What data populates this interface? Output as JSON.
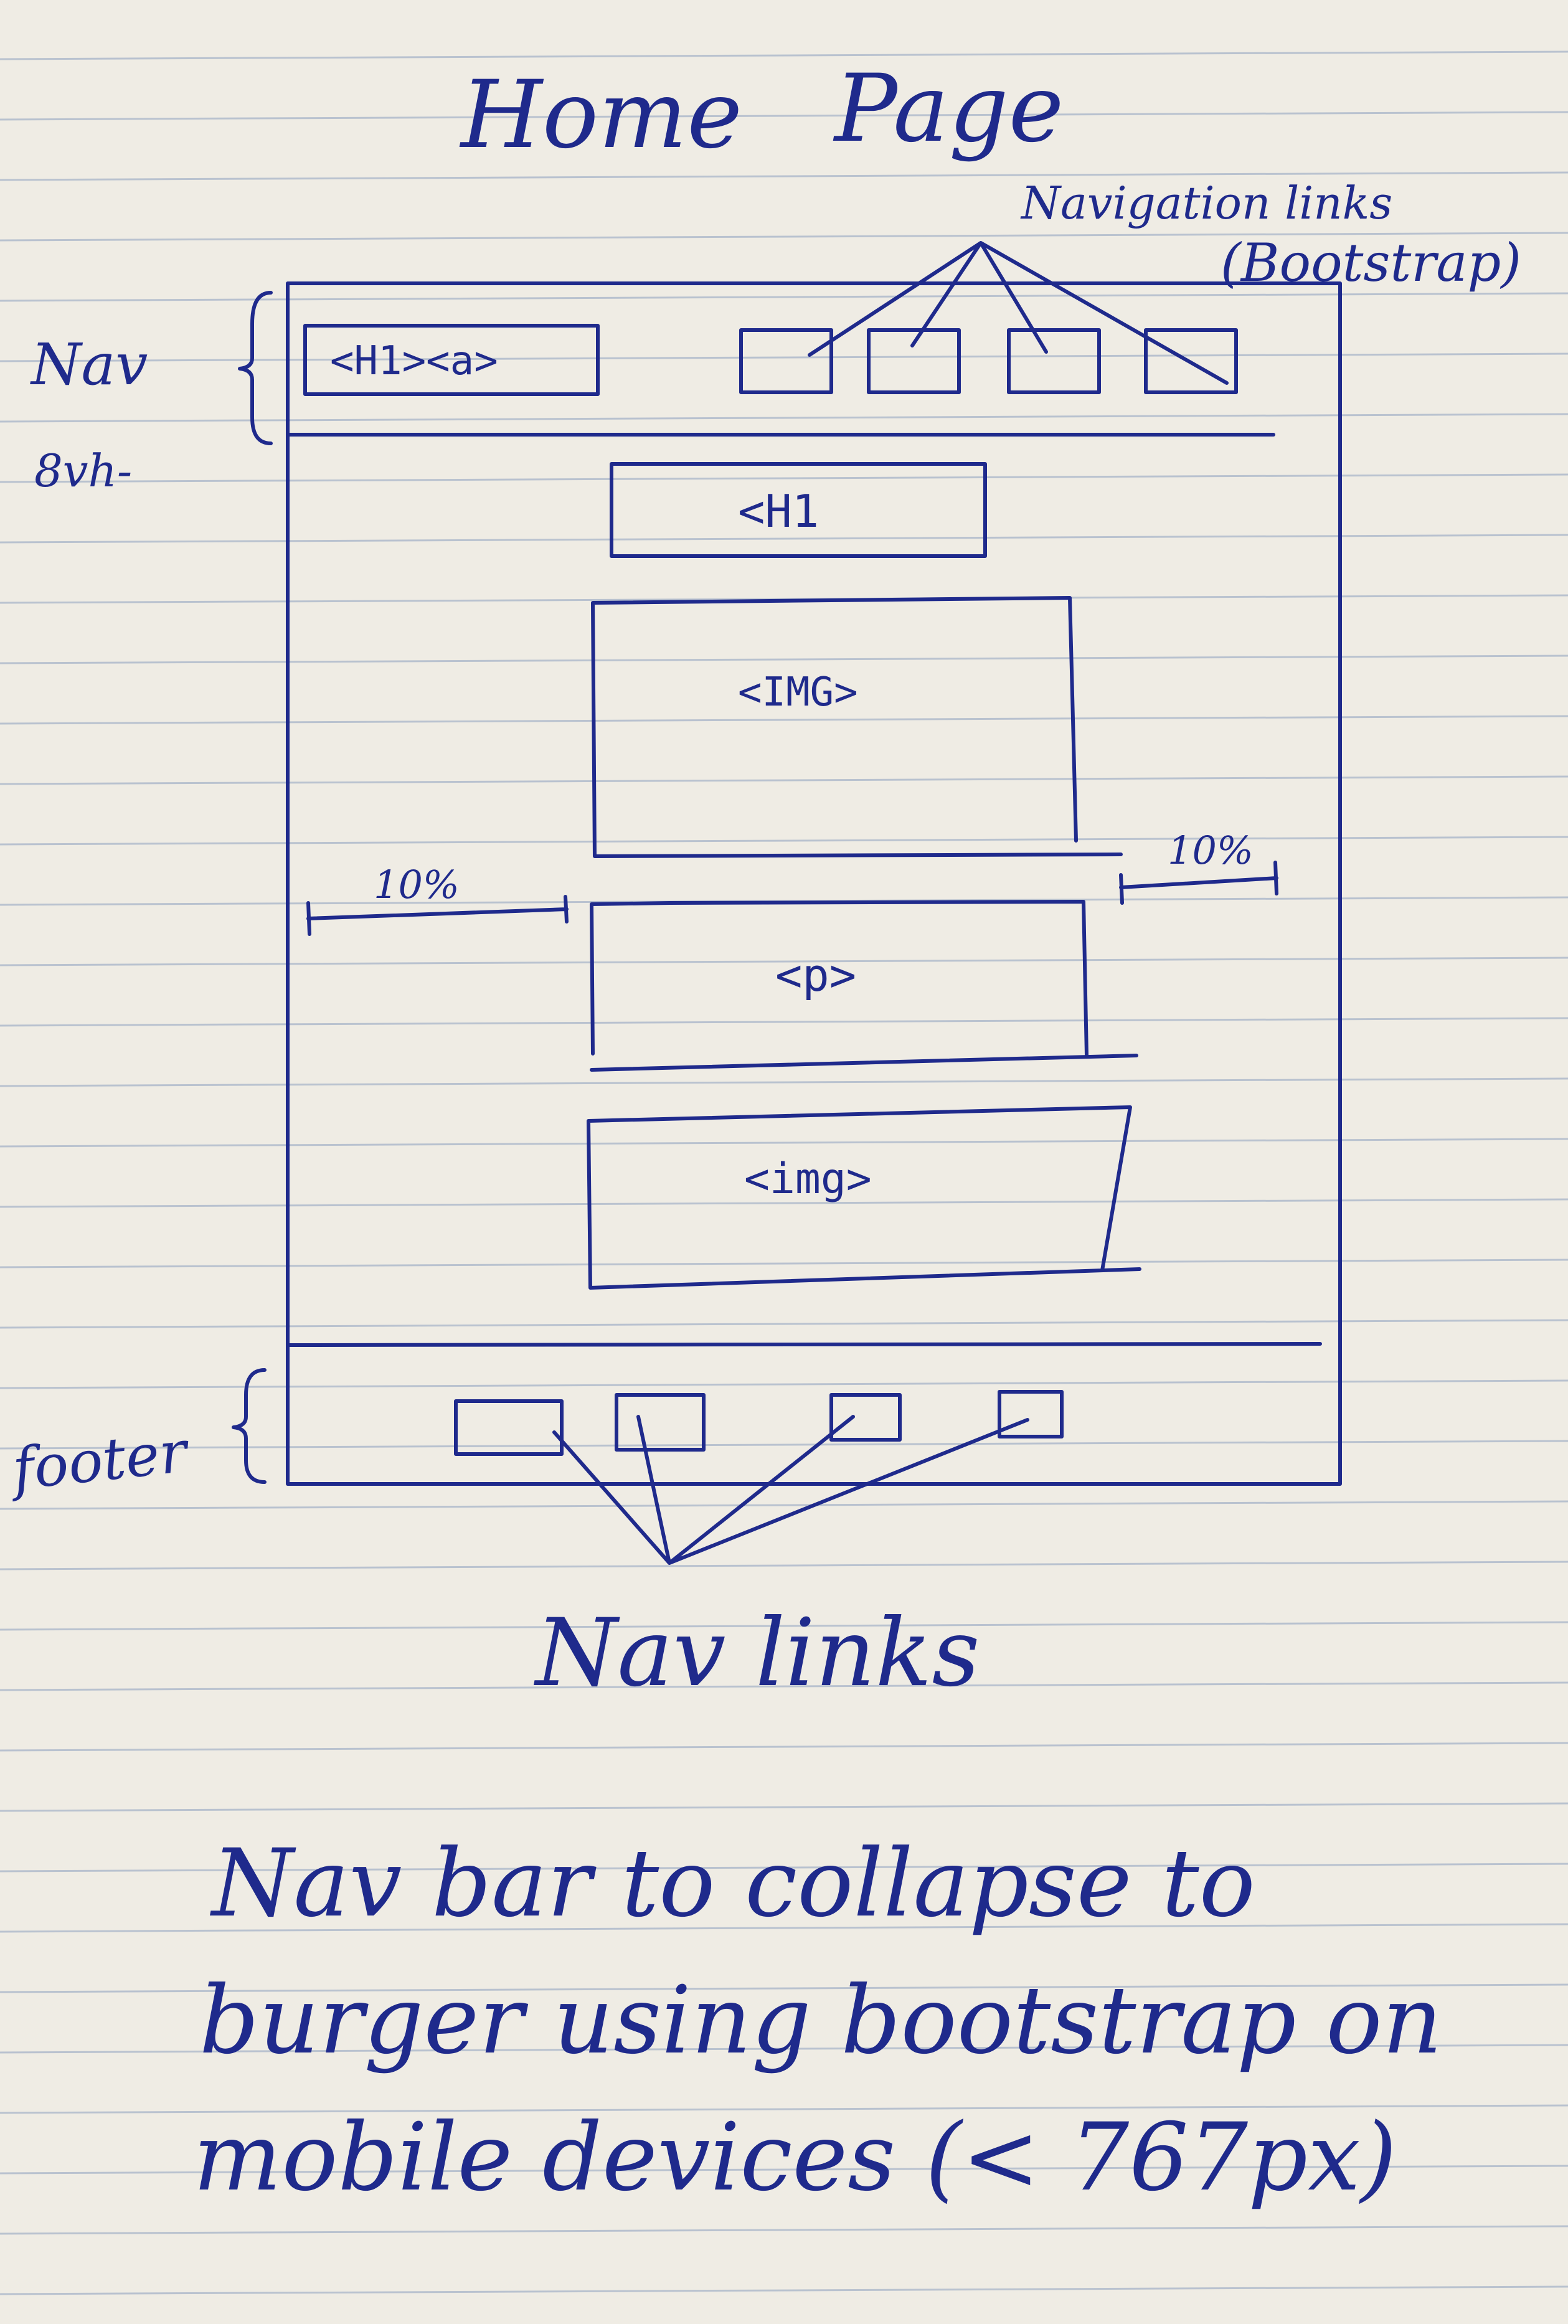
{
  "title": {
    "word1": "Home",
    "word2": "Page"
  },
  "annotations": {
    "nav_links_top_line1": "Navigation links",
    "nav_links_top_line2": "(Bootstrap)",
    "nav_bracket_line1": "Nav",
    "nav_bracket_line2": "8vh-",
    "footer_label": "footer",
    "nav_links_bottom": "Nav links",
    "margin_left": "10%",
    "margin_right": "10%"
  },
  "wireframe": {
    "nav_brand_tag": "<H1><a>",
    "heading_tag": "<H1",
    "image_tag_1": "<IMG>",
    "paragraph_tag": "<p>",
    "image_tag_2": "<img>"
  },
  "note": {
    "line1": "Nav bar to collapse to",
    "line2": "burger using bootstrap on",
    "line3": "mobile devices (< 767px)"
  },
  "colors": {
    "ink": "#1f2a8c",
    "paper": "#efece4",
    "rule": "#b9c2cf",
    "margin_rule": "#d9b3b3"
  }
}
